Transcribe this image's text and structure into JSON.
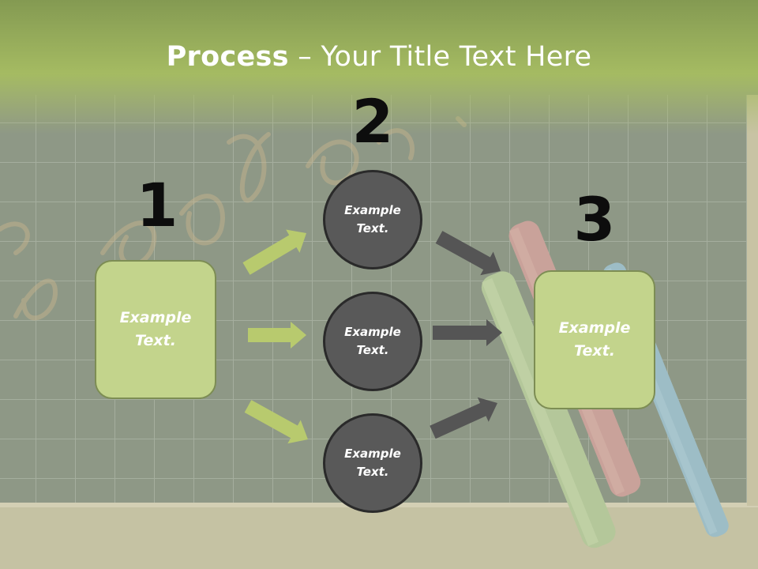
{
  "slide": {
    "title_bold": "Process",
    "title_separator": " – ",
    "title_rest": "Your Title Text Here"
  },
  "steps": {
    "step1": {
      "number": "1",
      "text": "Example\nText."
    },
    "step2": {
      "number": "2",
      "items": [
        "Example\nText.",
        "Example\nText.",
        "Example\nText."
      ]
    },
    "step3": {
      "number": "3",
      "text": "Example\nText."
    }
  },
  "colors": {
    "header": "#9bb55a",
    "box_fill": "#c3d48c",
    "box_border": "#7d8d54",
    "circle_fill": "#595959",
    "left_arrow": "#b8ca6e",
    "right_arrow": "#555555"
  }
}
